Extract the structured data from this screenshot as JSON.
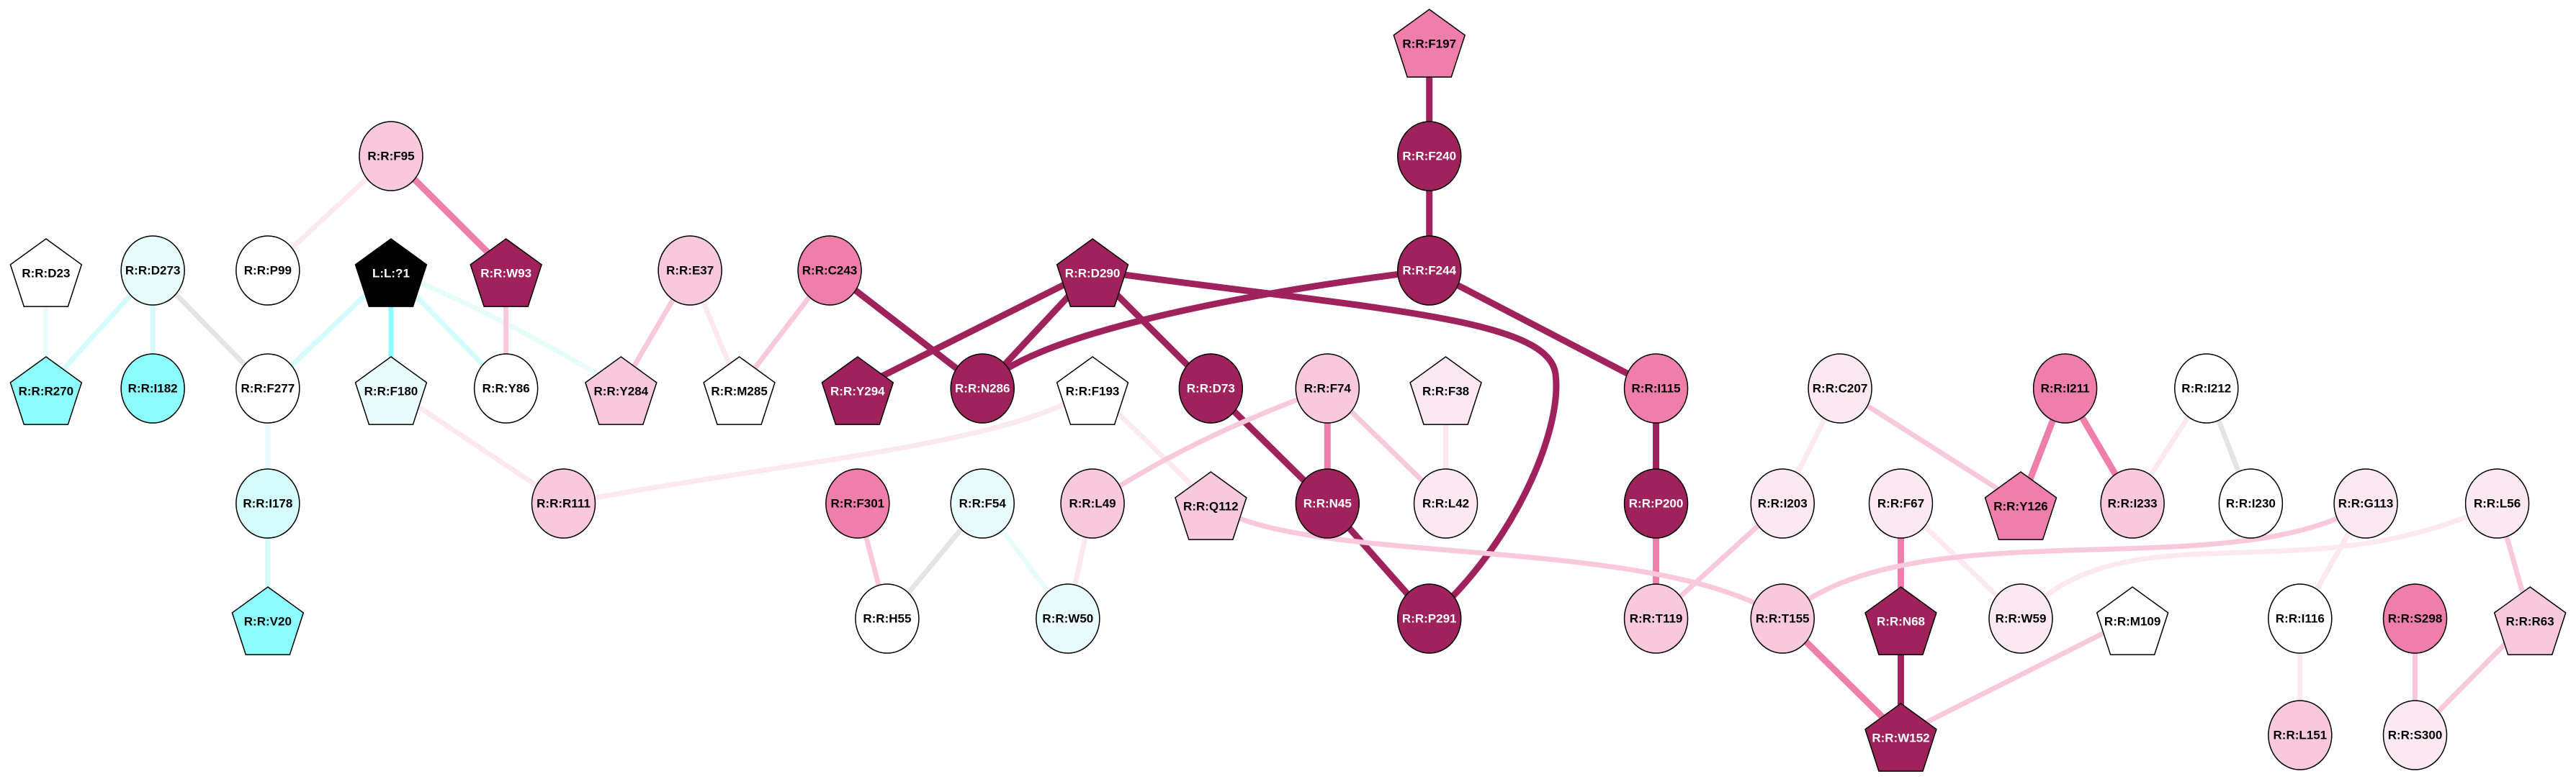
{
  "palette": {
    "dark": "#a0225c",
    "mid": "#ef7eaa",
    "light": "#f8c8dc",
    "pale": "#fbe8f0",
    "white": "#ffffff",
    "black": "#000000",
    "cyan": "#8cfcfc",
    "cyan_light": "#d4fcfc",
    "cyan_pale": "#e8fcfc",
    "gray": "#e4e4e4"
  },
  "nodes": [
    {
      "id": "R:R:F197",
      "shape": "pentagon",
      "fill": "mid"
    },
    {
      "id": "R:R:F240",
      "shape": "circle",
      "fill": "dark"
    },
    {
      "id": "R:R:F95",
      "shape": "circle",
      "fill": "light"
    },
    {
      "id": "R:R:D23",
      "shape": "pentagon",
      "fill": "white"
    },
    {
      "id": "R:R:D273",
      "shape": "circle",
      "fill": "cyan_pale"
    },
    {
      "id": "R:R:P99",
      "shape": "circle",
      "fill": "white"
    },
    {
      "id": "L:L:?1",
      "shape": "pentagon",
      "fill": "black"
    },
    {
      "id": "R:R:W93",
      "shape": "pentagon",
      "fill": "dark"
    },
    {
      "id": "R:R:E37",
      "shape": "circle",
      "fill": "light"
    },
    {
      "id": "R:R:C243",
      "shape": "circle",
      "fill": "mid"
    },
    {
      "id": "R:R:D290",
      "shape": "pentagon",
      "fill": "dark"
    },
    {
      "id": "R:R:F244",
      "shape": "circle",
      "fill": "dark"
    },
    {
      "id": "R:R:R270",
      "shape": "pentagon",
      "fill": "cyan"
    },
    {
      "id": "R:R:I182",
      "shape": "circle",
      "fill": "cyan"
    },
    {
      "id": "R:R:F277",
      "shape": "circle",
      "fill": "white"
    },
    {
      "id": "R:R:F180",
      "shape": "pentagon",
      "fill": "cyan_pale"
    },
    {
      "id": "R:R:Y86",
      "shape": "circle",
      "fill": "white"
    },
    {
      "id": "R:R:Y284",
      "shape": "pentagon",
      "fill": "light"
    },
    {
      "id": "R:R:M285",
      "shape": "pentagon",
      "fill": "white"
    },
    {
      "id": "R:R:Y294",
      "shape": "pentagon",
      "fill": "dark"
    },
    {
      "id": "R:R:N286",
      "shape": "circle",
      "fill": "dark"
    },
    {
      "id": "R:R:F193",
      "shape": "pentagon",
      "fill": "white"
    },
    {
      "id": "R:R:D73",
      "shape": "circle",
      "fill": "dark"
    },
    {
      "id": "R:R:F74",
      "shape": "circle",
      "fill": "light"
    },
    {
      "id": "R:R:F38",
      "shape": "pentagon",
      "fill": "pale"
    },
    {
      "id": "R:R:I115",
      "shape": "circle",
      "fill": "mid"
    },
    {
      "id": "R:R:C207",
      "shape": "circle",
      "fill": "pale"
    },
    {
      "id": "R:R:I211",
      "shape": "circle",
      "fill": "mid"
    },
    {
      "id": "R:R:I212",
      "shape": "circle",
      "fill": "white"
    },
    {
      "id": "R:R:I178",
      "shape": "circle",
      "fill": "cyan_light"
    },
    {
      "id": "R:R:R111",
      "shape": "circle",
      "fill": "light"
    },
    {
      "id": "R:R:F301",
      "shape": "circle",
      "fill": "mid"
    },
    {
      "id": "R:R:F54",
      "shape": "circle",
      "fill": "cyan_pale"
    },
    {
      "id": "R:R:L49",
      "shape": "circle",
      "fill": "light"
    },
    {
      "id": "R:R:Q112",
      "shape": "pentagon",
      "fill": "light"
    },
    {
      "id": "R:R:N45",
      "shape": "circle",
      "fill": "dark"
    },
    {
      "id": "R:R:L42",
      "shape": "circle",
      "fill": "pale"
    },
    {
      "id": "R:R:P200",
      "shape": "circle",
      "fill": "dark"
    },
    {
      "id": "R:R:I203",
      "shape": "circle",
      "fill": "pale"
    },
    {
      "id": "R:R:F67",
      "shape": "circle",
      "fill": "pale"
    },
    {
      "id": "R:R:Y126",
      "shape": "pentagon",
      "fill": "mid"
    },
    {
      "id": "R:R:I233",
      "shape": "circle",
      "fill": "light"
    },
    {
      "id": "R:R:I230",
      "shape": "circle",
      "fill": "white"
    },
    {
      "id": "R:R:G113",
      "shape": "circle",
      "fill": "pale"
    },
    {
      "id": "R:R:L56",
      "shape": "circle",
      "fill": "pale"
    },
    {
      "id": "R:R:V20",
      "shape": "pentagon",
      "fill": "cyan"
    },
    {
      "id": "R:R:H55",
      "shape": "circle",
      "fill": "white"
    },
    {
      "id": "R:R:W50",
      "shape": "circle",
      "fill": "cyan_pale"
    },
    {
      "id": "R:R:P291",
      "shape": "circle",
      "fill": "dark"
    },
    {
      "id": "R:R:T119",
      "shape": "circle",
      "fill": "light"
    },
    {
      "id": "R:R:T155",
      "shape": "circle",
      "fill": "light"
    },
    {
      "id": "R:R:N68",
      "shape": "pentagon",
      "fill": "dark"
    },
    {
      "id": "R:R:W59",
      "shape": "circle",
      "fill": "pale"
    },
    {
      "id": "R:R:M109",
      "shape": "pentagon",
      "fill": "white"
    },
    {
      "id": "R:R:I116",
      "shape": "circle",
      "fill": "white"
    },
    {
      "id": "R:R:S298",
      "shape": "circle",
      "fill": "mid"
    },
    {
      "id": "R:R:R63",
      "shape": "pentagon",
      "fill": "light"
    },
    {
      "id": "R:R:W152",
      "shape": "pentagon",
      "fill": "dark"
    },
    {
      "id": "R:R:L151",
      "shape": "circle",
      "fill": "light"
    },
    {
      "id": "R:R:S300",
      "shape": "circle",
      "fill": "pale"
    }
  ],
  "edges": [
    {
      "a": "R:R:D23",
      "b": "R:R:R270",
      "color": "cyan_pale"
    },
    {
      "a": "R:R:D273",
      "b": "R:R:R270",
      "color": "cyan_light"
    },
    {
      "a": "R:R:D273",
      "b": "R:R:I182",
      "color": "cyan_light"
    },
    {
      "a": "R:R:D273",
      "b": "R:R:F277",
      "color": "gray"
    },
    {
      "a": "R:R:F95",
      "b": "R:R:P99",
      "color": "pale"
    },
    {
      "a": "R:R:F95",
      "b": "R:R:W93",
      "color": "mid"
    },
    {
      "a": "L:L:?1",
      "b": "R:R:F277",
      "color": "cyan_light"
    },
    {
      "a": "L:L:?1",
      "b": "R:R:F180",
      "color": "cyan"
    },
    {
      "a": "L:L:?1",
      "b": "R:R:Y86",
      "color": "cyan_light"
    },
    {
      "a": "L:L:?1",
      "b": "R:R:Y284",
      "color": "cyan_pale"
    },
    {
      "a": "R:R:W93",
      "b": "R:R:Y86",
      "color": "light"
    },
    {
      "a": "R:R:E37",
      "b": "R:R:Y284",
      "color": "light"
    },
    {
      "a": "R:R:E37",
      "b": "R:R:M285",
      "color": "pale"
    },
    {
      "a": "R:R:C243",
      "b": "R:R:M285",
      "color": "light"
    },
    {
      "a": "R:R:C243",
      "b": "R:R:N286",
      "color": "dark"
    },
    {
      "a": "R:R:D290",
      "b": "R:R:Y294",
      "color": "dark"
    },
    {
      "a": "R:R:D290",
      "b": "R:R:N286",
      "color": "dark"
    },
    {
      "a": "R:R:D290",
      "b": "R:R:D73",
      "color": "dark"
    },
    {
      "a": "R:R:D290",
      "b": "R:R:P291",
      "color": "dark"
    },
    {
      "a": "R:R:F244",
      "b": "R:R:N286",
      "color": "dark"
    },
    {
      "a": "R:R:F197",
      "b": "R:R:F240",
      "color": "dark"
    },
    {
      "a": "R:R:F240",
      "b": "R:R:F244",
      "color": "dark"
    },
    {
      "a": "R:R:F244",
      "b": "R:R:I115",
      "color": "dark"
    },
    {
      "a": "R:R:F277",
      "b": "R:R:I178",
      "color": "cyan_pale"
    },
    {
      "a": "R:R:I178",
      "b": "R:R:V20",
      "color": "cyan_light"
    },
    {
      "a": "R:R:F180",
      "b": "R:R:R111",
      "color": "pale"
    },
    {
      "a": "R:R:R111",
      "b": "R:R:F193",
      "color": "pale"
    },
    {
      "a": "R:R:F193",
      "b": "R:R:Q112",
      "color": "pale"
    },
    {
      "a": "R:R:D73",
      "b": "R:R:N45",
      "color": "dark"
    },
    {
      "a": "R:R:F74",
      "b": "R:R:L49",
      "color": "light"
    },
    {
      "a": "R:R:F74",
      "b": "R:R:N45",
      "color": "mid"
    },
    {
      "a": "R:R:F74",
      "b": "R:R:L42",
      "color": "light"
    },
    {
      "a": "R:R:F38",
      "b": "R:R:L42",
      "color": "pale"
    },
    {
      "a": "R:R:N45",
      "b": "R:R:P291",
      "color": "dark"
    },
    {
      "a": "R:R:I115",
      "b": "R:R:P200",
      "color": "dark"
    },
    {
      "a": "R:R:P200",
      "b": "R:R:T119",
      "color": "mid"
    },
    {
      "a": "R:R:F301",
      "b": "R:R:H55",
      "color": "light"
    },
    {
      "a": "R:R:F54",
      "b": "R:R:H55",
      "color": "gray"
    },
    {
      "a": "R:R:F54",
      "b": "R:R:W50",
      "color": "cyan_pale"
    },
    {
      "a": "R:R:L49",
      "b": "R:R:W50",
      "color": "pale"
    },
    {
      "a": "R:R:Q112",
      "b": "R:R:T155",
      "color": "light"
    },
    {
      "a": "R:R:C207",
      "b": "R:R:I203",
      "color": "pale"
    },
    {
      "a": "R:R:C207",
      "b": "R:R:Y126",
      "color": "light"
    },
    {
      "a": "R:R:I203",
      "b": "R:R:T119",
      "color": "light"
    },
    {
      "a": "R:R:I211",
      "b": "R:R:Y126",
      "color": "mid"
    },
    {
      "a": "R:R:I211",
      "b": "R:R:I233",
      "color": "mid"
    },
    {
      "a": "R:R:I212",
      "b": "R:R:I233",
      "color": "pale"
    },
    {
      "a": "R:R:I212",
      "b": "R:R:I230",
      "color": "gray"
    },
    {
      "a": "R:R:F67",
      "b": "R:R:N68",
      "color": "mid"
    },
    {
      "a": "R:R:F67",
      "b": "R:R:W59",
      "color": "pale"
    },
    {
      "a": "R:R:G113",
      "b": "R:R:T155",
      "color": "light"
    },
    {
      "a": "R:R:G113",
      "b": "R:R:I116",
      "color": "pale"
    },
    {
      "a": "R:R:L56",
      "b": "R:R:W59",
      "color": "pale"
    },
    {
      "a": "R:R:L56",
      "b": "R:R:R63",
      "color": "light"
    },
    {
      "a": "R:R:T155",
      "b": "R:R:W152",
      "color": "mid"
    },
    {
      "a": "R:R:N68",
      "b": "R:R:W152",
      "color": "dark"
    },
    {
      "a": "R:R:M109",
      "b": "R:R:W152",
      "color": "light"
    },
    {
      "a": "R:R:I116",
      "b": "R:R:L151",
      "color": "pale"
    },
    {
      "a": "R:R:S298",
      "b": "R:R:S300",
      "color": "light"
    },
    {
      "a": "R:R:R63",
      "b": "R:R:S300",
      "color": "light"
    }
  ]
}
